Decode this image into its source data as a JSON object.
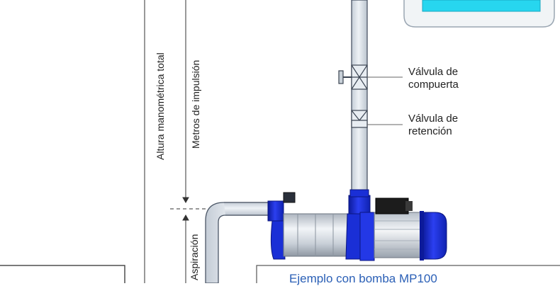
{
  "labels": {
    "total_head": "Altura manométrica total",
    "discharge_meters": "Metros de impulsión",
    "suction": "Aspiración",
    "gate_valve": "Válvula de\ncompuerta",
    "check_valve": "Válvula de\nretención",
    "caption": "Ejemplo con bomba MP100"
  },
  "colors": {
    "pipe_fill": "#dde3ea",
    "pipe_stroke": "#4b5666",
    "pump_blue": "#1a2fd6",
    "pump_dark_blue": "#0c1a9a",
    "motor_black": "#1c1c1c",
    "tank_water": "#27d6ef",
    "caption_text": "#2a5fb6"
  },
  "icons": [
    "gate-valve-icon",
    "check-valve-icon",
    "centrifugal-pump-icon",
    "motor-icon",
    "water-tank-icon"
  ]
}
